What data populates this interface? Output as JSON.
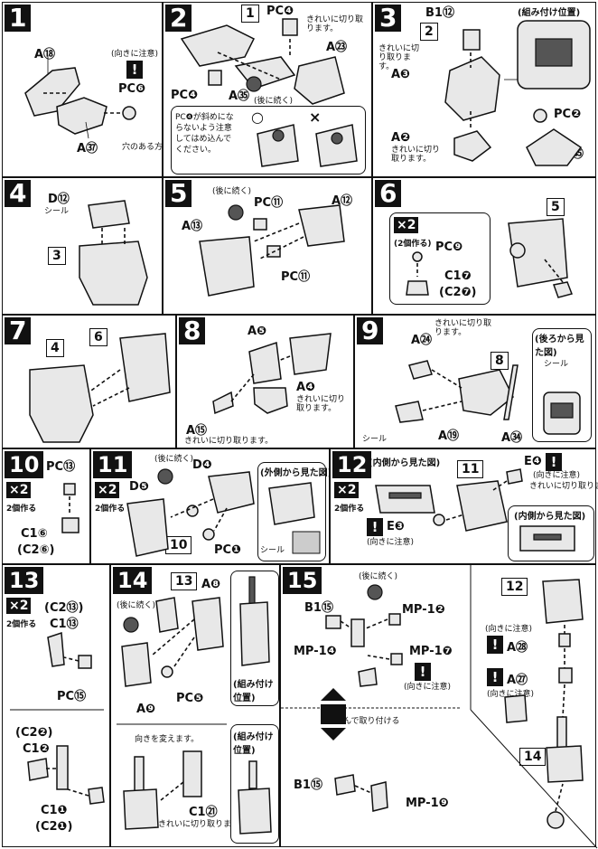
{
  "steps": [
    {
      "id": "1",
      "labels": {
        "a18": "A⑱",
        "pc6": "PC❻",
        "a37": "A㊲"
      },
      "notes": {
        "dir": "(向きに注意)",
        "hole": "穴のある方"
      }
    },
    {
      "id": "2",
      "labels": {
        "ref1": "1",
        "pc4a": "PC❹",
        "a23": "A㉓",
        "pc4b": "PC❹",
        "a35": "A㉟"
      },
      "notes": {
        "clean": "きれいに切り取ります。",
        "back": "(後に続く)",
        "caution": "PC❹が斜めにならないよう注意してはめ込んでください。",
        "ok": "○",
        "ng": "×"
      }
    },
    {
      "id": "3",
      "labels": {
        "b1": "B1⑫",
        "ref2": "2",
        "a3": "A❸",
        "a2": "A❷",
        "pc2": "PC❷",
        "a35": "A㉟"
      },
      "notes": {
        "pos": "(組み付け位置)",
        "clean1": "きれいに切り取ります。",
        "clean2": "きれいに切り取ります。"
      }
    },
    {
      "id": "4",
      "labels": {
        "d12": "D⑫",
        "ref3": "3"
      },
      "notes": {
        "seal": "シール"
      }
    },
    {
      "id": "5",
      "labels": {
        "a13": "A⑬",
        "pc11a": "PC⑪",
        "a12": "A⑫",
        "pc11b": "PC⑪"
      },
      "notes": {
        "back": "(後に続く)"
      }
    },
    {
      "id": "6",
      "labels": {
        "ref5": "5",
        "pc9": "PC❾",
        "c17": "C1❼",
        "c27": "(C2❼)"
      },
      "notes": {
        "x2": "×2",
        "make2": "(2個作る)"
      }
    },
    {
      "id": "7",
      "labels": {
        "ref4": "4",
        "ref6": "6"
      }
    },
    {
      "id": "8",
      "labels": {
        "a5": "A❺",
        "a4": "A❹",
        "a15": "A⑮"
      },
      "notes": {
        "clean1": "きれいに切り取ります。",
        "clean2": "きれいに切り取ります。"
      }
    },
    {
      "id": "9",
      "labels": {
        "a24": "A㉔",
        "ref8": "8",
        "a19": "A⑲",
        "a34": "A㉞"
      },
      "notes": {
        "clean": "きれいに切り取ります。",
        "view": "(後ろから見た図)",
        "seal": "シール"
      }
    },
    {
      "id": "10",
      "labels": {
        "pc13": "PC⑬",
        "c16": "C1⑥",
        "c26": "(C2⑥)"
      },
      "notes": {
        "x2": "×2",
        "make2": "2個作る"
      }
    },
    {
      "id": "11",
      "labels": {
        "d5": "D❺",
        "d4": "D❹",
        "ref10": "10",
        "pc1": "PC❶"
      },
      "notes": {
        "x2": "×2",
        "make2": "2個作る",
        "back": "(後に続く)",
        "view": "(外側から見た図)",
        "seal": "シール"
      }
    },
    {
      "id": "12",
      "labels": {
        "ref11": "11",
        "e4": "E❹",
        "e3": "E❸"
      },
      "notes": {
        "x2": "×2",
        "make2": "2個作る",
        "inner": "(内側から見た図)",
        "dir1": "(向きに注意)",
        "dir2": "(向きに注意)",
        "clean": "きれいに切り取ります。",
        "inner2": "(内側から見た図)"
      }
    },
    {
      "id": "13",
      "labels": {
        "c213": "(C2⑬)",
        "c113": "C1⑬",
        "pc15": "PC⑮",
        "c22": "(C2❷)",
        "c12": "C1❷",
        "c11": "C1❶",
        "c21": "(C2❶)"
      },
      "notes": {
        "x2": "×2",
        "make2": "2個作る"
      }
    },
    {
      "id": "14",
      "labels": {
        "ref13": "13",
        "a8": "A❽",
        "pc5": "PC❺",
        "a9": "A❾",
        "c121": "C1㉑"
      },
      "notes": {
        "back": "(後に続く)",
        "pos1": "(組み付け位置)",
        "pos2": "(組み付け位置)",
        "dir": "向きを変えます。",
        "clean": "きれいに切り取ります。"
      }
    },
    {
      "id": "15",
      "labels": {
        "b15a": "B1⑮",
        "mp12": "MP-1❷",
        "mp14": "MP-1❹",
        "mp17": "MP-1❼",
        "b15b": "B1⑮",
        "mp19": "MP-1❾",
        "ref12": "12",
        "a28": "A㉘",
        "a27": "A㉗",
        "ref14": "14"
      },
      "notes": {
        "back": "(後に続く)",
        "dir1": "(向きに注意)",
        "dir2": "(向きに注意)",
        "dir3": "(向きに注意)",
        "choose": "選んで取り付ける"
      }
    }
  ],
  "colors": {
    "ink": "#111111",
    "fill": "#e8e8e8",
    "dark": "#555555"
  }
}
